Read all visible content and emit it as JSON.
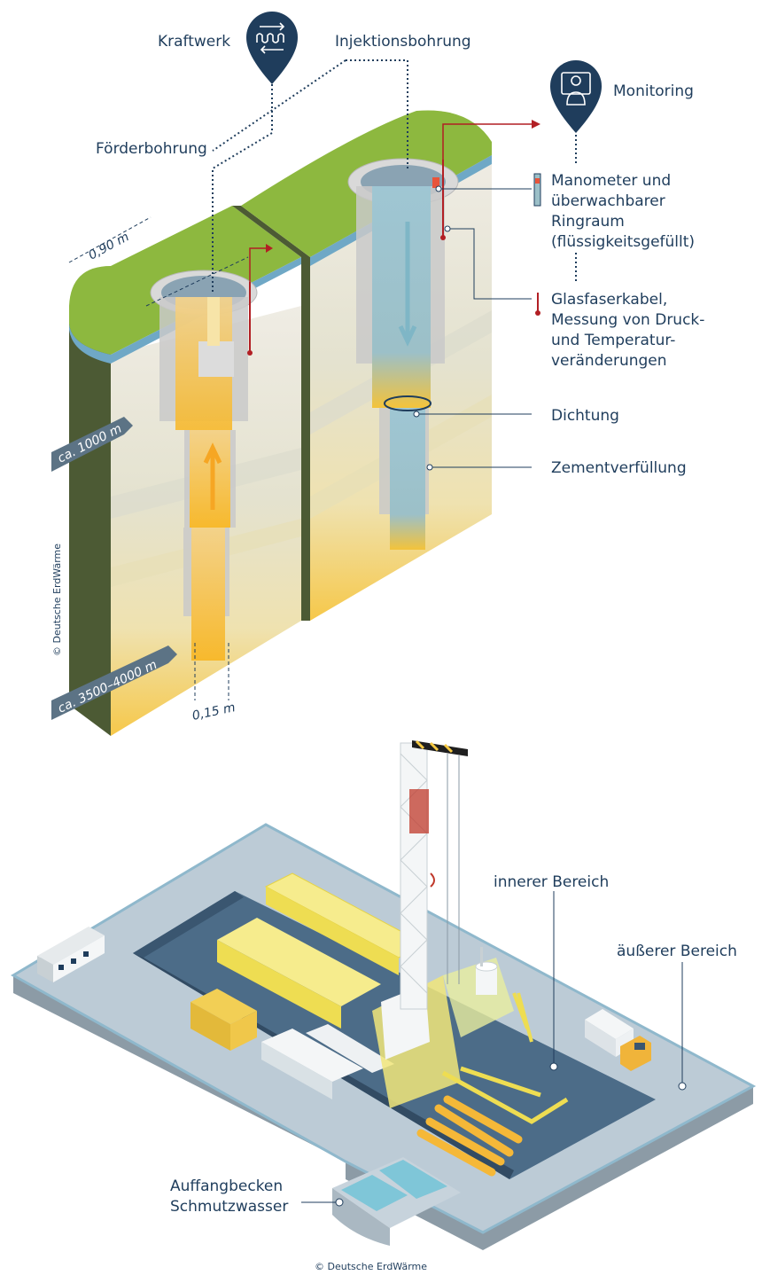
{
  "top_diagram": {
    "labels": {
      "kraftwerk": "Kraftwerk",
      "injektionsbohrung": "Injektionsbohrung",
      "monitoring": "Monitoring",
      "foerderbohrung": "Förderbohrung",
      "manometer_1": "Manometer und",
      "manometer_2": "überwachbarer",
      "manometer_3": "Ringraum",
      "manometer_4": "(flüssigkeitsgefüllt)",
      "glas_1": "Glasfaserkabel,",
      "glas_2": "Messung von Druck-",
      "glas_3": "und Temperatur-",
      "glas_4": "veränderungen",
      "dichtung": "Dichtung",
      "zement": "Zementverfüllung"
    },
    "depths": {
      "shallow": "ca. 1000 m",
      "deep": "ca. 3500–4000 m"
    },
    "dimensions": {
      "top_width": "0,90 m",
      "bottom_width": "0,15 m"
    },
    "copyright": "© Deutsche ErdWärme"
  },
  "bottom_diagram": {
    "labels": {
      "inner": "innerer Bereich",
      "outer": "äußerer Bereich",
      "basin_1": "Auffangbecken",
      "basin_2": "Schmutzwasser"
    },
    "copyright": "© Deutsche ErdWärme"
  },
  "colors": {
    "navy": "#1f3d5c",
    "grass": "#8db83f",
    "water": "#5ea1c0",
    "sand": "#f5c842",
    "red": "#b21f24"
  },
  "icons": [
    "power-plant-icon",
    "monitoring-person-icon"
  ]
}
